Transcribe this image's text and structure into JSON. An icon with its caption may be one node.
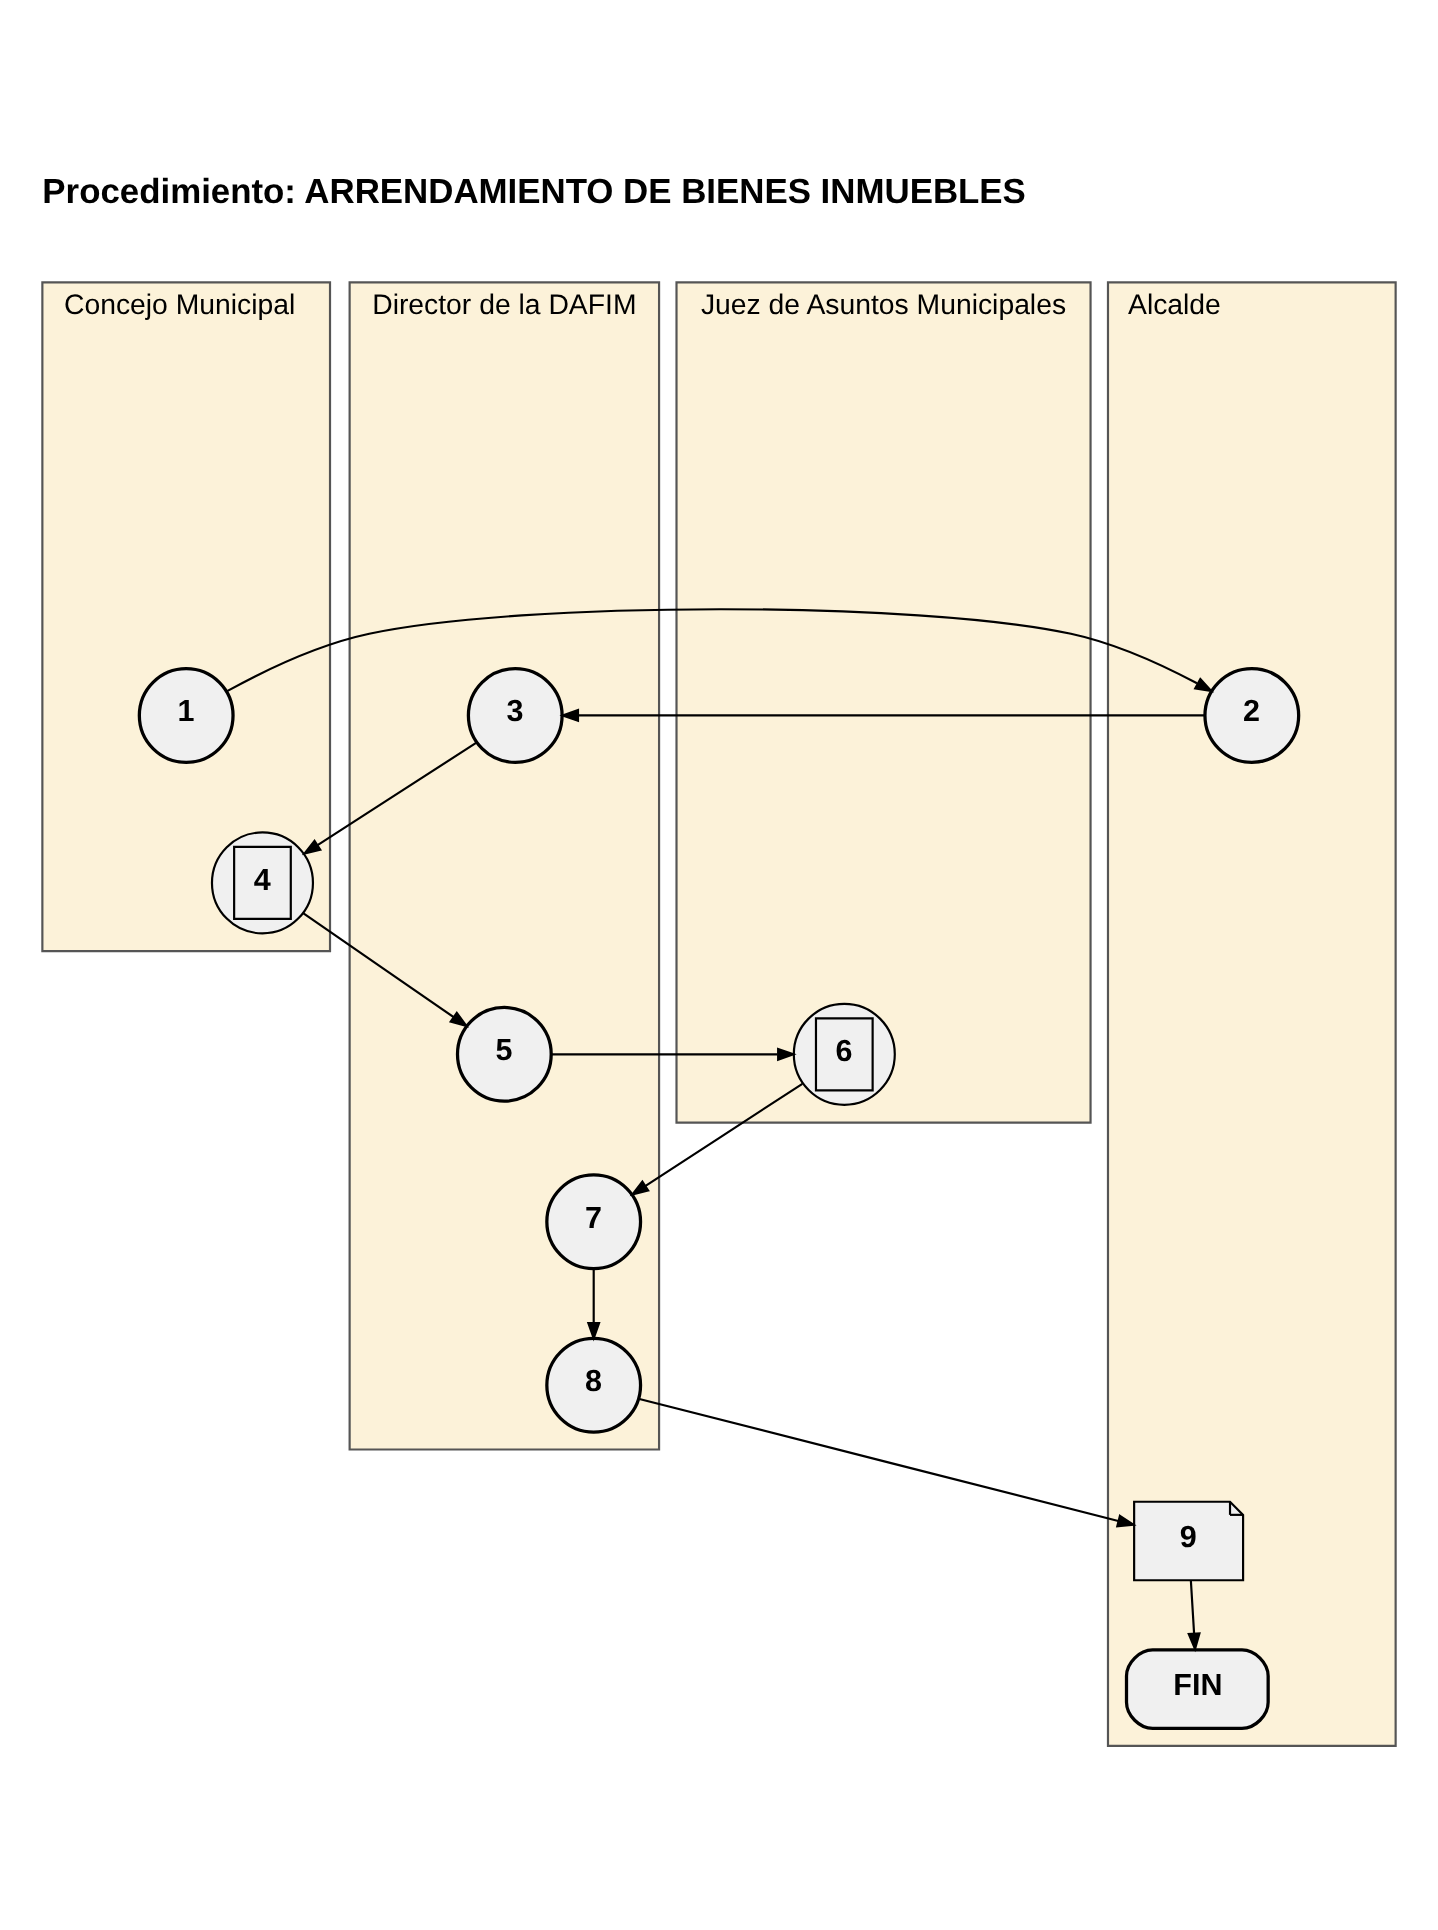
{
  "diagram": {
    "title": "Procedimiento: ARRENDAMIENTO DE BIENES INMUEBLES",
    "nodes": [
      {
        "text": [
          "Concejo Municipal"
        ]
      },
      {
        "text": [
          "Alcalde"
        ]
      },
      {
        "text": [
          "Director de la DAFIM"
        ]
      },
      {
        "text": [
          "Juez de Asuntos Municipales"
        ]
      },
      {
        "text": [
          "1"
        ],
        "in": 0
      },
      {
        "text": [
          "2"
        ],
        "in": 1
      },
      {
        "text": [
          "3"
        ],
        "in": 2
      },
      {
        "text": [
          "4"
        ],
        "in": 0
      },
      {
        "text": [
          "5"
        ],
        "in": 2
      },
      {
        "text": [
          "6"
        ],
        "in": 3
      },
      {
        "text": [
          "7"
        ],
        "in": 2
      },
      {
        "text": [
          "8"
        ],
        "in": 2
      },
      {
        "text": [
          "9"
        ],
        "in": 1
      },
      {
        "text": [
          "FIN"
        ],
        "in": 1
      }
    ],
    "edges": [
      {
        "from": 4,
        "to": 5,
        "arrow": "to"
      },
      {
        "from": 5,
        "to": 6,
        "arrow": "to"
      },
      {
        "from": 6,
        "to": 7,
        "arrow": "to"
      },
      {
        "from": 7,
        "to": 8,
        "arrow": "to"
      },
      {
        "from": 8,
        "to": 9,
        "arrow": "to"
      },
      {
        "from": 9,
        "to": 10,
        "arrow": "to"
      },
      {
        "from": 10,
        "to": 11,
        "arrow": "to"
      },
      {
        "from": 11,
        "to": 12,
        "arrow": "to"
      },
      {
        "from": 12,
        "to": 13,
        "arrow": "to"
      }
    ]
  }
}
